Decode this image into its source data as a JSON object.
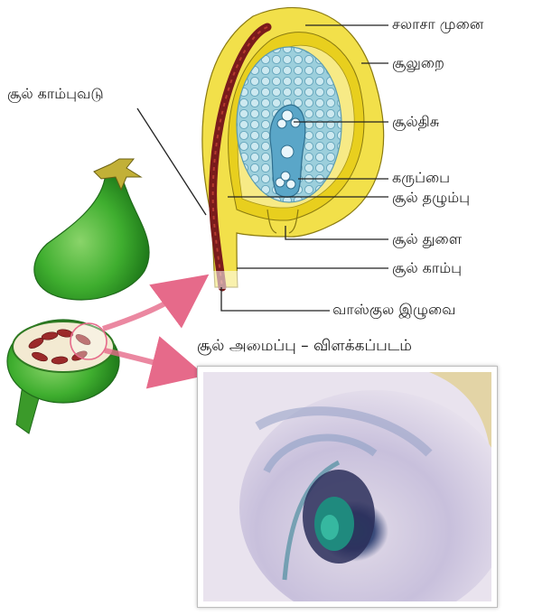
{
  "labels": {
    "micropyle_tip": "சலாசா முனை",
    "integument": "சூலுறை",
    "nucellus": "சூல்திசு",
    "embryo_sac": "கருப்பை",
    "ovule_stalk_scar": "சூல் காம்புவடு",
    "funicle_head": "சூல் தழும்பு",
    "micropyle": "சூல் துளை",
    "funicle": "சூல் காம்பு",
    "vascular_strand": "வாஸ்குல இழுவை"
  },
  "caption": "சூல் அமைப்பு – விளக்கப்படம்",
  "colors": {
    "outer_yellow": "#f2e04a",
    "inner_yellow": "#e8cf1e",
    "dark_strand": "#7a1b1b",
    "nucellus_blue": "#8fc7d6",
    "embryo_blue": "#5aa6c8",
    "ovary_green": "#3fae2f",
    "arrow_pink": "#e66a8a"
  }
}
